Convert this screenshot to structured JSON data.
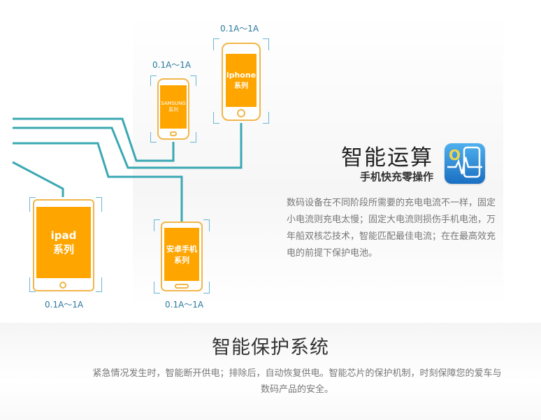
{
  "devices": {
    "samsung": {
      "range": "0.1A～1A",
      "line1": "SAMSUNG",
      "line2": "系列"
    },
    "iphone": {
      "range": "0.1A～1A",
      "line1": "iphone",
      "line2": "系列"
    },
    "ipad": {
      "range": "0.1A～1A",
      "line1": "ipad",
      "line2": "系列"
    },
    "android": {
      "range": "0.1A～1A",
      "line1": "安卓手机",
      "line2": "系列"
    }
  },
  "smart_compute": {
    "title": "智能运算",
    "subtitle": "手机快充零操作",
    "description": "数码设备在不同阶段所需要的充电电流不一样，固定小电流则充电太慢；固定大电流则损伤手机电池，万年船双核芯技术，智能匹配最佳电流；在在最高效充电的前提下保护电池。",
    "icon_letter": "O",
    "icon": "phone-pulse-icon"
  },
  "protection": {
    "title": "智能保护系统",
    "description": "紧急情况发生时，智能断开供电；排除后，自动恢复供电。智能芯片的保护机制，时刻保障您的爱车与数码产品的安全。"
  },
  "colors": {
    "cable": "#3aa8b3",
    "device_screen": "#ffa500",
    "device_frame": "#f0b64a",
    "accent_text": "#2a7a9e"
  }
}
